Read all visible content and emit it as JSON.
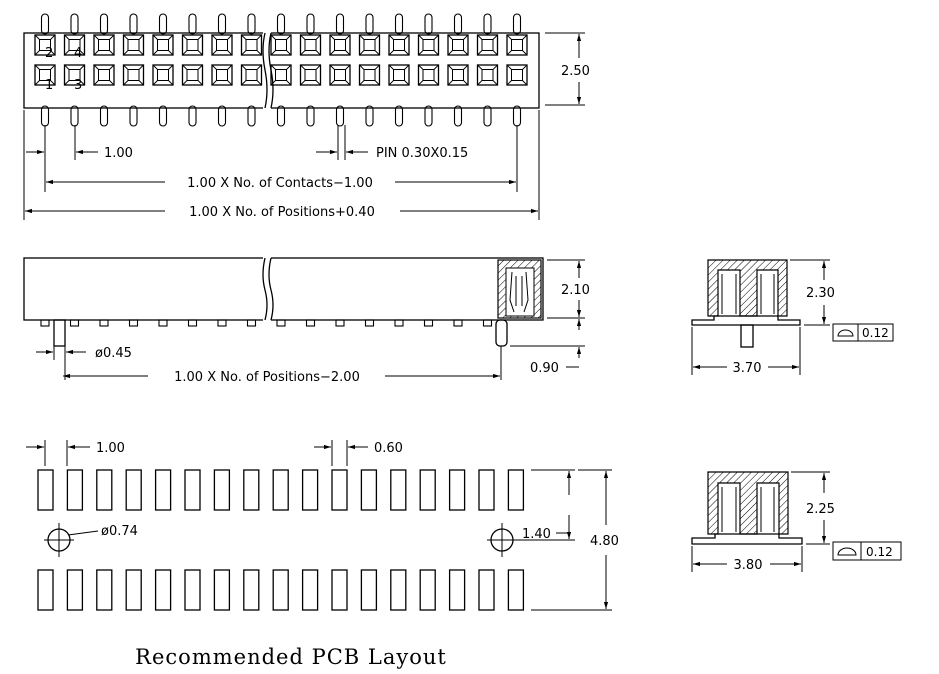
{
  "top_view": {
    "height_dim": "2.50",
    "pitch_dim": "1.00",
    "pin_dim": "PIN  0.30X0.15",
    "contacts_dim": "1.00  X  No.  of  Contacts−1.00",
    "positions_dim": "1.00  X  No.  of  Positions+0.40",
    "pin_label_2": "2",
    "pin_label_4": "4",
    "pin_label_1": "1",
    "pin_label_3": "3"
  },
  "side_view": {
    "height_dim": "2.10",
    "pin_diameter_dim": "ø0.45",
    "standoff_dim": "0.90",
    "positions_dim": "1.00  X  No.  of  Positions−2.00"
  },
  "end_view_top": {
    "height_dim": "2.30",
    "width_dim": "3.70",
    "tolerance": "0.12"
  },
  "end_view_bottom": {
    "height_dim": "2.25",
    "width_dim": "3.80",
    "tolerance": "0.12"
  },
  "pcb_layout": {
    "pitch_dim": "1.00",
    "pad_width_dim": "0.60",
    "hole_dim": "ø0.74",
    "row_offset_dim": "1.40",
    "row_span_dim": "4.80",
    "caption": "Recommended PCB Layout"
  }
}
